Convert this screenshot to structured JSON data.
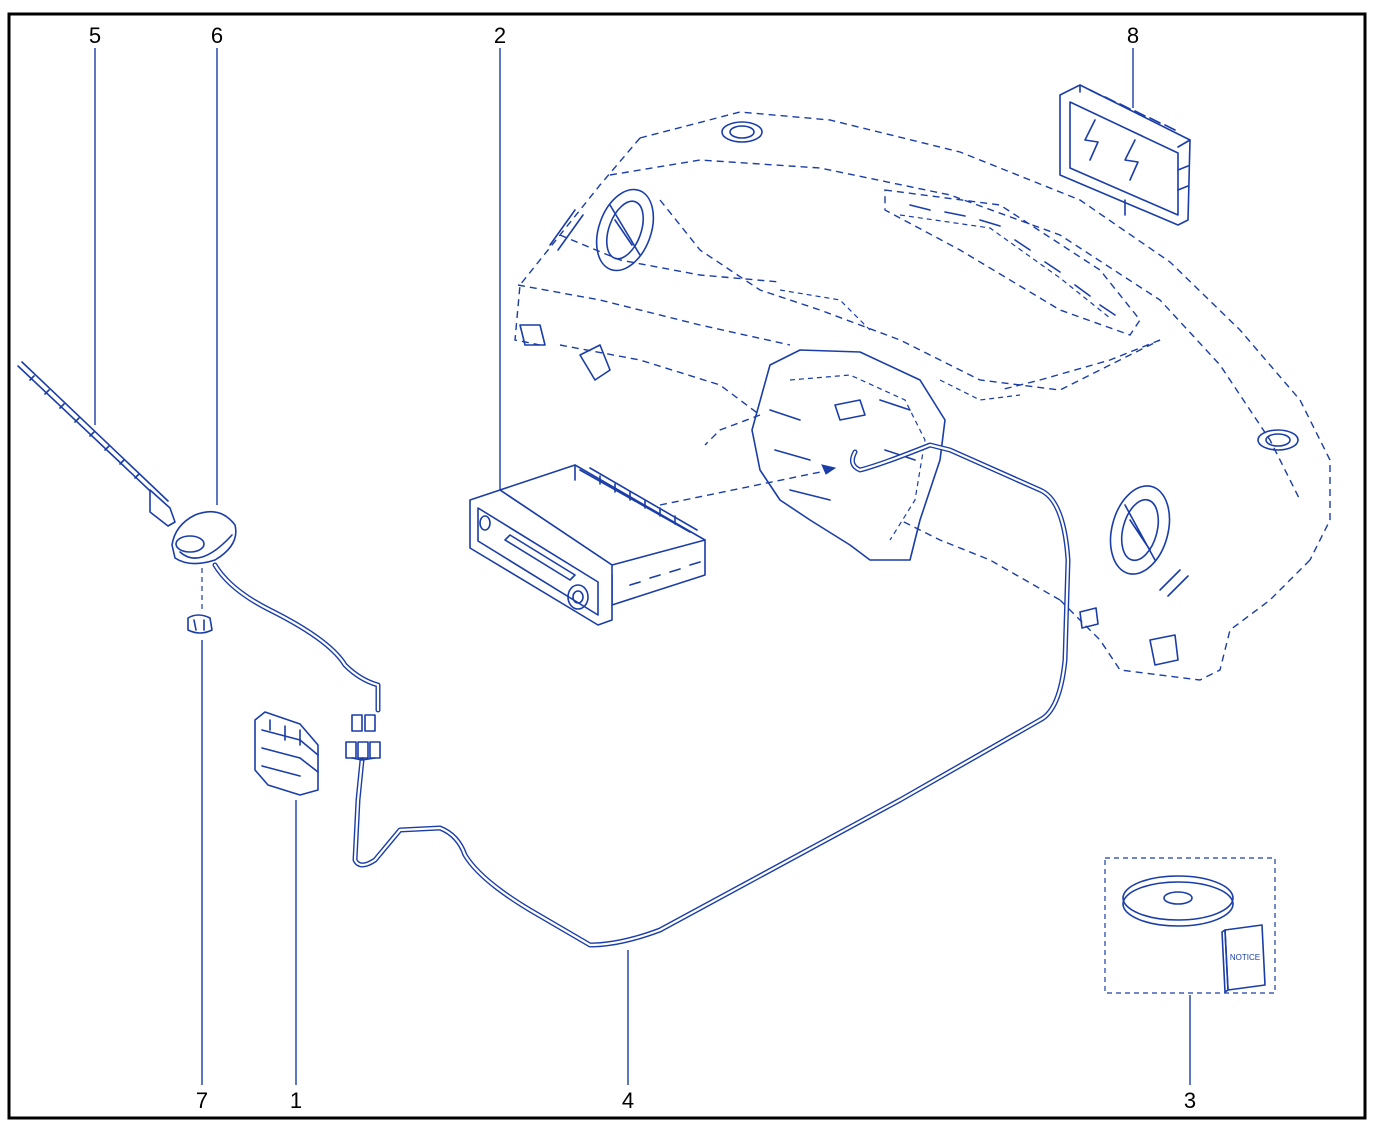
{
  "diagram": {
    "labels": {
      "l1": "1",
      "l2": "2",
      "l3": "3",
      "l4": "4",
      "l5": "5",
      "l6": "6",
      "l7": "7",
      "l8": "8"
    },
    "booklet_text": "NOTICE"
  },
  "colors": {
    "ink": "#1a3da8",
    "frame": "#000000",
    "background": "#ffffff"
  }
}
